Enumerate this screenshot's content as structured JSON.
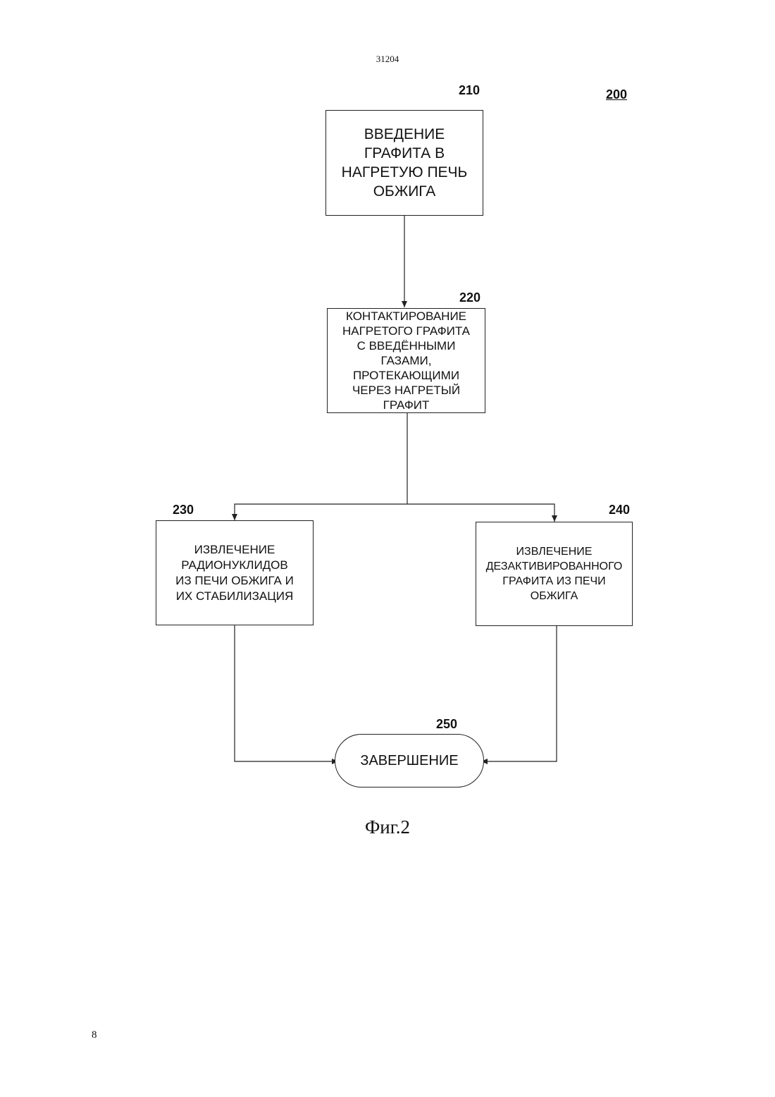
{
  "page": {
    "header_number": "31204",
    "page_number": "8",
    "caption": "Фиг.2"
  },
  "diagram": {
    "ref": "200",
    "nodes": [
      {
        "id": "210",
        "ref": "210",
        "text": "ВВЕДЕНИЕ\nГРАФИТА В\nНАГРЕТУЮ ПЕЧЬ\nОБЖИГА"
      },
      {
        "id": "220",
        "ref": "220",
        "text": "КОНТАКТИРОВАНИЕ\nНАГРЕТОГО ГРАФИТА\nС ВВЕДЁННЫМИ\nГАЗАМИ,\nПРОТЕКАЮЩИМИ\nЧЕРЕЗ НАГРЕТЫЙ\nГРАФИТ"
      },
      {
        "id": "230",
        "ref": "230",
        "text": "ИЗВЛЕЧЕНИЕ\nРАДИОНУКЛИДОВ\nИЗ ПЕЧИ ОБЖИГА И\nИХ СТАБИЛИЗАЦИЯ"
      },
      {
        "id": "240",
        "ref": "240",
        "text": "ИЗВЛЕЧЕНИЕ\nДЕЗАКТИВИРОВАННОГО\nГРАФИТА ИЗ ПЕЧИ\nОБЖИГА"
      },
      {
        "id": "250",
        "ref": "250",
        "text": "ЗАВЕРШЕНИЕ"
      }
    ],
    "edges": [
      {
        "from": "210",
        "to": "220"
      },
      {
        "from": "220",
        "to": "230"
      },
      {
        "from": "220",
        "to": "240"
      },
      {
        "from": "230",
        "to": "250"
      },
      {
        "from": "240",
        "to": "250"
      }
    ]
  }
}
